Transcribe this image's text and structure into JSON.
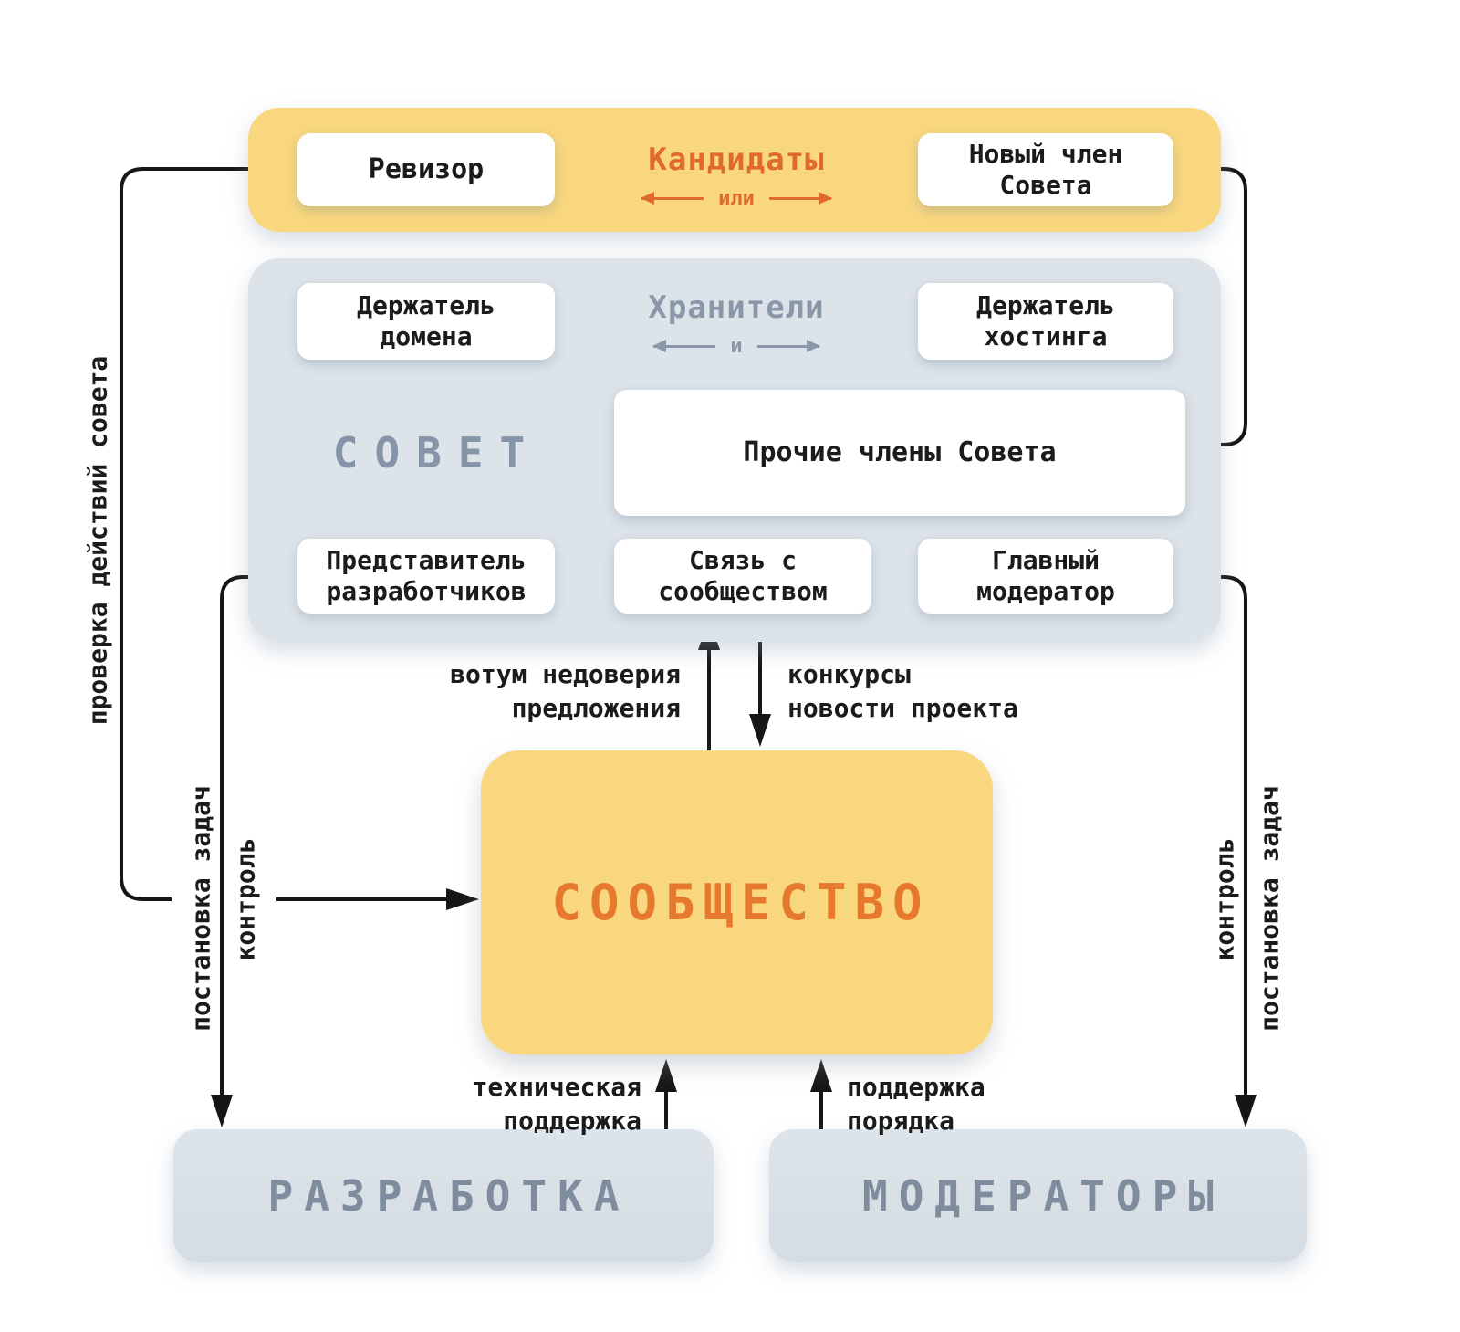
{
  "top_band": {
    "left_box": "Ревизор",
    "center_title": "Кандидаты",
    "center_connector": "или",
    "right_box": "Новый член\nСовета"
  },
  "council_band": {
    "title": "СОВЕТ",
    "left_box": "Держатель\nдомена",
    "center_title": "Хранители",
    "center_connector": "и",
    "right_box": "Держатель\nхостинга",
    "wide_box": "Прочие члены Совета",
    "dev_rep_box": "Представитель\nразработчиков",
    "community_link_box": "Связь с\nсообществом",
    "chief_mod_box": "Главный\nмодератор"
  },
  "community": {
    "title": "СООБЩЕСТВО"
  },
  "development": {
    "title": "РАЗРАБОТКА"
  },
  "moderators": {
    "title": "МОДЕРАТОРЫ"
  },
  "edge_labels": {
    "council_check": "проверка действий совета",
    "task_setting_left": "постановка задач",
    "control_left": "контроль",
    "control_right": "контроль",
    "task_setting_right": "постановка задач",
    "no_confidence": "вотум недоверия\nпредложения",
    "contests": "конкурсы\nновости проекта",
    "tech_support": "техническая\nподдержка",
    "order_support": "поддержка\nпорядка"
  },
  "colors": {
    "yellow": "#F8D77E",
    "band": "#DCE3E9",
    "bottombox": "#D9E1E7",
    "orange": "#DF6A2B",
    "orange2": "#E7792E",
    "blue": "#8A97A9",
    "heading": "#7E8C9E",
    "line": "#161616"
  }
}
